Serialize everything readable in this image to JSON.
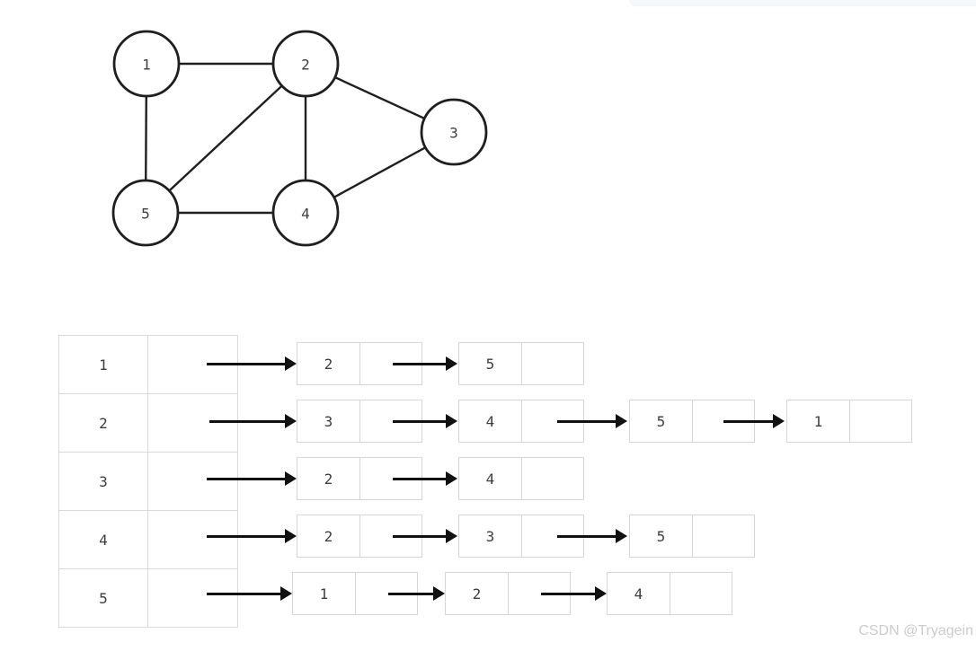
{
  "page": {
    "background_color": "#ffffff",
    "accent_color": "#1f1f1f",
    "grid_border_color": "#d6d6d6"
  },
  "graph": {
    "nodes": [
      {
        "label": "1"
      },
      {
        "label": "2"
      },
      {
        "label": "3"
      },
      {
        "label": "4"
      },
      {
        "label": "5"
      }
    ],
    "edges": [
      "1-2",
      "1-5",
      "2-3",
      "2-4",
      "2-5",
      "3-4",
      "4-5"
    ],
    "stroke_color": "#1f1f1f",
    "node_fill": "#ffffff",
    "label_color": "#3d3d3d"
  },
  "adjacency_list": {
    "rows": [
      {
        "head": "1",
        "nodes": [
          "2",
          "5"
        ]
      },
      {
        "head": "2",
        "nodes": [
          "3",
          "4",
          "5",
          "1"
        ]
      },
      {
        "head": "3",
        "nodes": [
          "2",
          "4"
        ]
      },
      {
        "head": "4",
        "nodes": [
          "2",
          "3",
          "5"
        ]
      },
      {
        "head": "5",
        "nodes": [
          "1",
          "2",
          "4"
        ]
      }
    ],
    "border_color": "#d6d6d6",
    "arrow_color": "#111111"
  },
  "watermark": {
    "text": "CSDN @Tryagein",
    "color": "#cccccc"
  }
}
